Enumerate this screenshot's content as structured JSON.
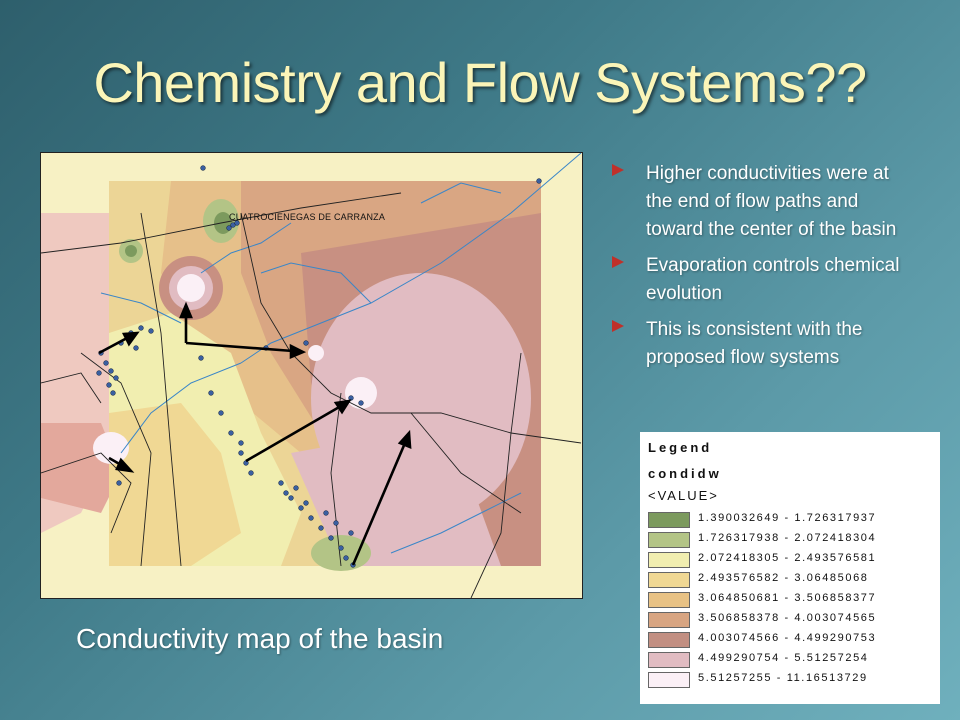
{
  "slide": {
    "title": "Chemistry and Flow Systems??",
    "caption": "Conductivity map of the basin"
  },
  "map": {
    "place_label": "CUATROCIENEGAS DE CARRANZA"
  },
  "bullets": [
    "Higher conductivities were at the end of flow paths and toward the center of the basin",
    "Evaporation controls chemical evolution",
    "This is consistent with the proposed flow systems"
  ],
  "legend": {
    "title": "Legend",
    "field": "condidw",
    "value_label": "<VALUE>",
    "classes": [
      {
        "range": "1.390032649 - 1.726317937",
        "color": "#7c9a5e"
      },
      {
        "range": "1.726317938 - 2.072418304",
        "color": "#b3c486"
      },
      {
        "range": "2.072418305 - 2.493576581",
        "color": "#f1eeb0"
      },
      {
        "range": "2.493576582 - 3.06485068",
        "color": "#f0d894"
      },
      {
        "range": "3.064850681 - 3.506858377",
        "color": "#e8c285"
      },
      {
        "range": "3.506858378 - 4.003074565",
        "color": "#d8a582"
      },
      {
        "range": "4.003074566 - 4.499290753",
        "color": "#c28f82"
      },
      {
        "range": "4.499290754 - 5.51257254",
        "color": "#e1bcc2"
      },
      {
        "range": "5.51257255 - 11.16513729",
        "color": "#fbf0f6"
      }
    ]
  },
  "colors": {
    "title": "#fbf5b8",
    "bullet_arrow": "#c0302a",
    "stream": "#3a86c8",
    "sample_point": "#3a5fa0"
  }
}
